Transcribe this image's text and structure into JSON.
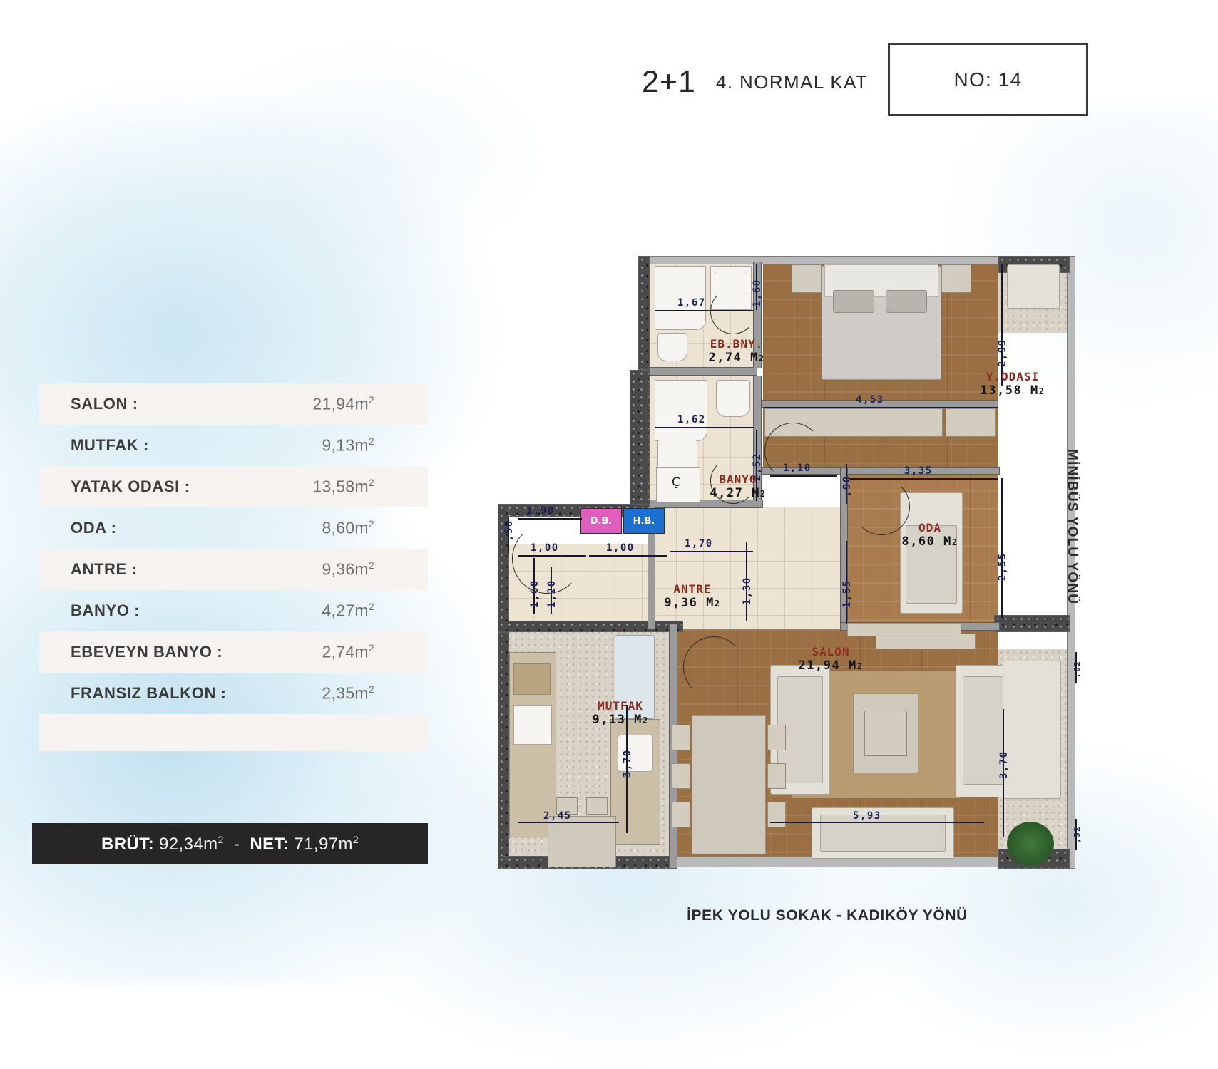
{
  "header": {
    "unit_type": "2+1",
    "floor": "4. NORMAL KAT",
    "no_label": "NO: 14"
  },
  "areas": {
    "rows": [
      {
        "label": "SALON :",
        "value": "21,94m",
        "unit": "2"
      },
      {
        "label": "MUTFAK :",
        "value": "9,13m",
        "unit": "2"
      },
      {
        "label": "YATAK ODASI :",
        "value": "13,58m",
        "unit": "2"
      },
      {
        "label": "ODA :",
        "value": "8,60m",
        "unit": "2"
      },
      {
        "label": "ANTRE  :",
        "value": "9,36m",
        "unit": "2"
      },
      {
        "label": "BANYO :",
        "value": "4,27m",
        "unit": "2"
      },
      {
        "label": "EBEVEYN BANYO :",
        "value": "2,74m",
        "unit": "2"
      },
      {
        "label": "FRANSIZ BALKON :",
        "value": "2,35m",
        "unit": "2"
      }
    ],
    "total": {
      "gross_label": "BRÜT:",
      "gross_value": "92,34m",
      "separator": "-",
      "net_label": "NET:",
      "net_value": "71,97m",
      "unit": "2"
    }
  },
  "plan": {
    "rooms": [
      {
        "key": "eb_bny",
        "name": "EB.BNY.",
        "area": "2,74 M",
        "unit": "2"
      },
      {
        "key": "banyo",
        "name": "BANYO",
        "area": "4,27 M",
        "unit": "2"
      },
      {
        "key": "y_odasi",
        "name": "Y.ODASI",
        "area": "13,58 M",
        "unit": "2"
      },
      {
        "key": "oda",
        "name": "ODA",
        "area": "8,60 M",
        "unit": "2"
      },
      {
        "key": "antre",
        "name": "ANTRE",
        "area": "9,36 M",
        "unit": "2"
      },
      {
        "key": "salon",
        "name": "SALON",
        "area": "21,94 M",
        "unit": "2"
      },
      {
        "key": "mutfak",
        "name": "MUTFAK",
        "area": "9,13 M",
        "unit": "2"
      }
    ],
    "tags": {
      "db": "D.B.",
      "hb": "H.B.",
      "c_mark": "Ç"
    },
    "dimensions": {
      "d_167": "1,67",
      "d_160": "1,60",
      "d_162": "1,62",
      "d_252": "2,52",
      "d_299": "2,99",
      "d_453": "4,53",
      "d_335": "3,35",
      "d_255": "2,55",
      "d_110": "1,10",
      "d_090": ",90",
      "d_155": "1,55",
      "d_130": "1,30",
      "d_170": "1,70",
      "d_100": "1,00",
      "d_190": "1,90",
      "d_050": ",50",
      "d_160b": "1,60",
      "d_120": "1,20",
      "d_100b": "1,00",
      "d_370": "3,70",
      "d_370b": "3,70",
      "d_245": "2,45",
      "d_593": "5,93",
      "d_062": ",62",
      "d_052": ",52"
    }
  },
  "streets": {
    "bottom": "İPEK YOLU SOKAK - KADIKÖY YÖNÜ",
    "right": "MİNİBÜS YOLU YÖNÜ"
  },
  "colors": {
    "accent_red": "#8e2a20",
    "dim_blue": "#1c2155",
    "total_bar": "#262626",
    "row_alt": "#f7f3f0",
    "tag_db": "#e05ec0",
    "tag_hb": "#1f6fd0"
  }
}
